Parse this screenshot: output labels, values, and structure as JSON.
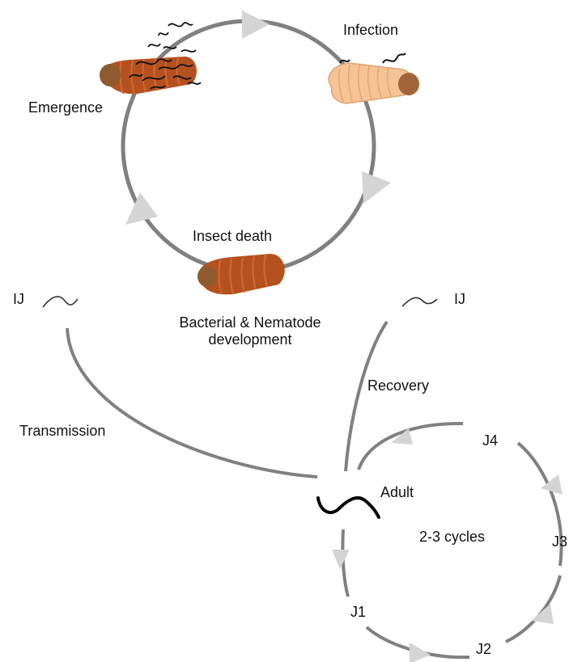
{
  "labels": {
    "infection": "Infection",
    "emergence": "Emergence",
    "insect_death": "Insect death",
    "development_line1": "Bacterial & Nematode",
    "development_line2": "development",
    "ij_left": "IJ",
    "ij_right": "IJ",
    "recovery": "Recovery",
    "transmission": "Transmission",
    "adult": "Adult",
    "cycles": "2-3 cycles",
    "j1": "J1",
    "j2": "J2",
    "j3": "J3",
    "j4": "J4"
  },
  "colors": {
    "cycle_line": "#808080",
    "arrowhead": "#d4d4d4",
    "larva_healthy": "#f5c396",
    "larva_infected": "#b5501f",
    "larva_head": "#8f5a2e",
    "nematode": "#111111"
  }
}
